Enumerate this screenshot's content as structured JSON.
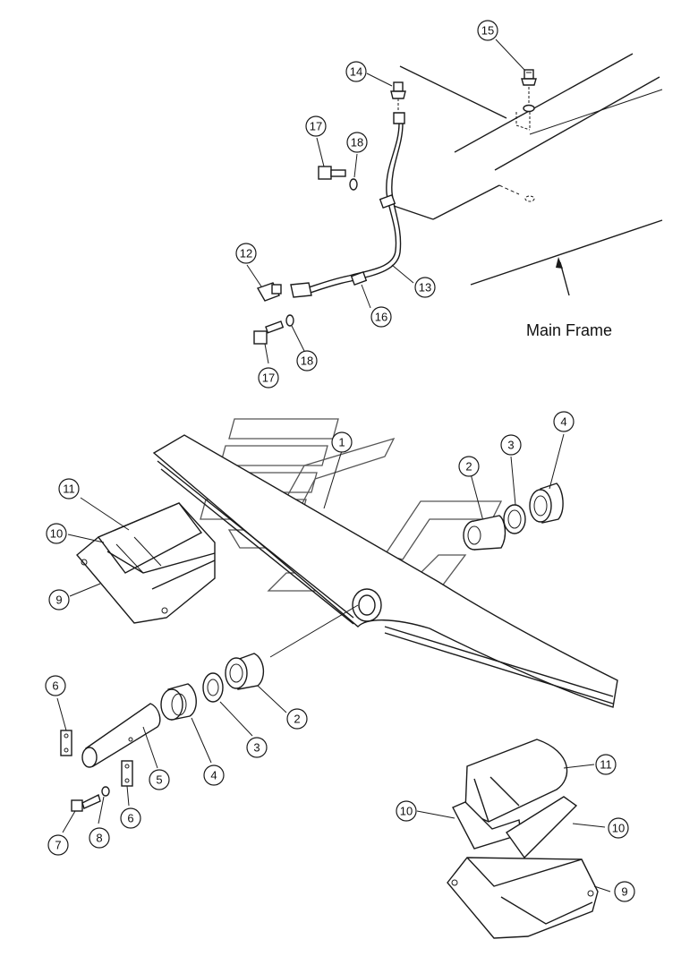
{
  "labels": {
    "main_frame": "Main Frame"
  },
  "callouts": [
    {
      "id": "c15",
      "text": "15"
    },
    {
      "id": "c14",
      "text": "14"
    },
    {
      "id": "c17a",
      "text": "17"
    },
    {
      "id": "c18a",
      "text": "18"
    },
    {
      "id": "c12",
      "text": "12"
    },
    {
      "id": "c13",
      "text": "13"
    },
    {
      "id": "c16",
      "text": "16"
    },
    {
      "id": "c17b",
      "text": "17"
    },
    {
      "id": "c18b",
      "text": "18"
    },
    {
      "id": "c1",
      "text": "1"
    },
    {
      "id": "c3a",
      "text": "3"
    },
    {
      "id": "c4a",
      "text": "4"
    },
    {
      "id": "c2a",
      "text": "2"
    },
    {
      "id": "c11a",
      "text": "11"
    },
    {
      "id": "c10a",
      "text": "10"
    },
    {
      "id": "c9a",
      "text": "9"
    },
    {
      "id": "c6a",
      "text": "6"
    },
    {
      "id": "c2b",
      "text": "2"
    },
    {
      "id": "c3b",
      "text": "3"
    },
    {
      "id": "c4b",
      "text": "4"
    },
    {
      "id": "c5",
      "text": "5"
    },
    {
      "id": "c6b",
      "text": "6"
    },
    {
      "id": "c7",
      "text": "7"
    },
    {
      "id": "c8",
      "text": "8"
    },
    {
      "id": "c11b",
      "text": "11"
    },
    {
      "id": "c10b",
      "text": "10"
    },
    {
      "id": "c10c",
      "text": "10"
    },
    {
      "id": "c9b",
      "text": "9"
    }
  ]
}
